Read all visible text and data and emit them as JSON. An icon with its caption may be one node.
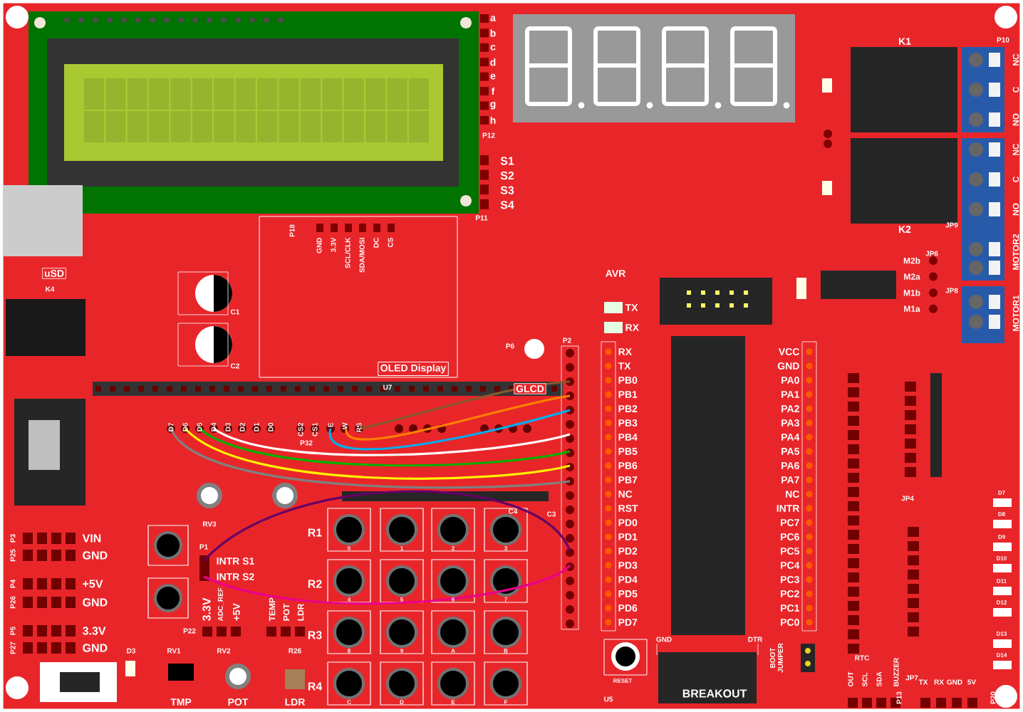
{
  "diagram": {
    "nodes": [
      {
        "text": [
          "OLED Display"
        ]
      }
    ],
    "labels": [
      "a",
      "b",
      "c",
      "d",
      "e",
      "f",
      "g",
      "h",
      "P12",
      "S1",
      "S2",
      "S3",
      "S4",
      "P11",
      "K1",
      "P10",
      "NC",
      "C",
      "NO",
      "NC",
      "C",
      "NO",
      "K2",
      "JP9",
      "MOTOR2",
      "JP8",
      "MOTOR1",
      "JP6",
      "M2b",
      "M2a",
      "M1b",
      "M1a",
      "AVR",
      "TX",
      "RX",
      "P18",
      "GND",
      "3.3V",
      "SCL/CLK",
      "SDA/MOSI",
      "DC",
      "CS",
      "uSD",
      "K4",
      "C1",
      "C2",
      "P6",
      "GLCD",
      "P2",
      "U7",
      "D7",
      "D6",
      "D5",
      "D4",
      "D3",
      "D2",
      "D1",
      "D0",
      "CS2",
      "CS1",
      "E",
      "W",
      "RS",
      "P32",
      "RV3",
      "R1",
      "R2",
      "R3",
      "R4",
      "0",
      "1",
      "2",
      "3",
      "4",
      "5",
      "6",
      "7",
      "8",
      "9",
      "A",
      "B",
      "C",
      "D",
      "E",
      "F",
      "C4",
      "C3",
      "P3",
      "P25",
      "P4",
      "P26",
      "P5",
      "P27",
      "VIN",
      "GND",
      "+5V",
      "GND",
      "3.3V",
      "GND",
      "P1",
      "INTR S1",
      "INTR S2",
      "3.3V",
      "ADC_REF",
      "+5V",
      "P22",
      "TEMP",
      "POT",
      "LDR",
      "D3",
      "RV1",
      "RV2",
      "R26",
      "TMP",
      "POT",
      "LDR",
      "RX",
      "TX",
      "PB0",
      "PB1",
      "PB2",
      "PB3",
      "PB4",
      "PB5",
      "PB6",
      "PB7",
      "NC",
      "RST",
      "PD0",
      "PD1",
      "PD2",
      "PD3",
      "PD4",
      "PD5",
      "PD6",
      "PD7",
      "VCC",
      "GND",
      "PA0",
      "PA1",
      "PA2",
      "PA3",
      "PA4",
      "PA5",
      "PA6",
      "PA7",
      "NC",
      "INTR",
      "PC7",
      "PC6",
      "PC5",
      "PC4",
      "PC3",
      "PC2",
      "PC1",
      "PC0",
      "RESET",
      "GND",
      "DTR",
      "BOOT JUMPER",
      "U5",
      "BREAKOUT",
      "RTC",
      "OUT",
      "SCL",
      "SDA",
      "BUZZER",
      "P13",
      "TX",
      "RX",
      "GND",
      "5V",
      "P20",
      "JP4",
      "JP7",
      "D7",
      "D8",
      "D9",
      "D10",
      "D11",
      "D12",
      "D13",
      "D14"
    ]
  }
}
